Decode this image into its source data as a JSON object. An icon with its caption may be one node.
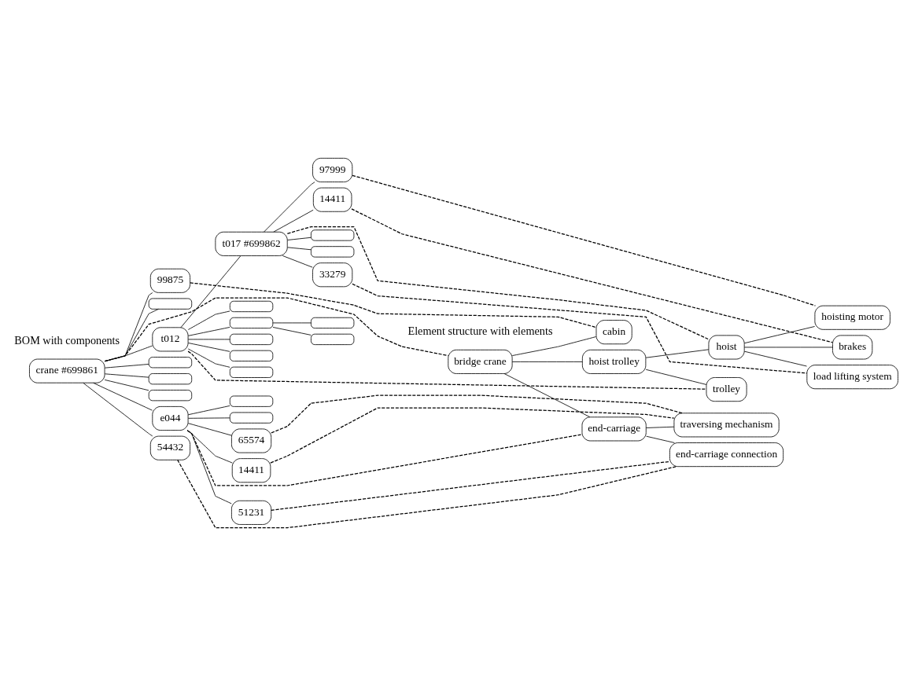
{
  "diagram": {
    "nodes": [
      {
        "text": [
          "crane #699861"
        ]
      },
      {
        "text": [
          "99875"
        ]
      },
      {
        "text": [],
        "shape": "box"
      },
      {
        "text": [
          "t012"
        ]
      },
      {
        "text": [
          "t017 #699862"
        ]
      },
      {
        "text": [],
        "shape": "box"
      },
      {
        "text": [],
        "shape": "box"
      },
      {
        "text": [],
        "shape": "box"
      },
      {
        "text": [],
        "shape": "box"
      },
      {
        "text": [],
        "shape": "box"
      },
      {
        "text": [],
        "shape": "box"
      },
      {
        "text": [],
        "shape": "box"
      },
      {
        "text": [
          "97999"
        ]
      },
      {
        "text": [
          "14411"
        ]
      },
      {
        "text": [
          "33279"
        ]
      },
      {
        "text": [],
        "shape": "box"
      },
      {
        "text": [],
        "shape": "box"
      },
      {
        "text": [
          "e044"
        ]
      },
      {
        "text": [
          "51231"
        ]
      },
      {
        "text": [
          "65574"
        ]
      },
      {
        "text": [
          "14411"
        ]
      },
      {
        "text": [],
        "shape": "box"
      },
      {
        "text": [],
        "shape": "box"
      },
      {
        "text": [],
        "shape": "box"
      },
      {
        "text": [
          "54432"
        ]
      },
      {
        "text": [],
        "shape": "box"
      },
      {
        "text": [],
        "shape": "box"
      },
      {
        "text": [
          "bridge crane"
        ]
      },
      {
        "text": [
          "cabin"
        ]
      },
      {
        "text": [
          "hoist trolley"
        ]
      },
      {
        "text": [
          "trolley"
        ]
      },
      {
        "text": [
          "hoist"
        ]
      },
      {
        "text": [
          "hoisting motor"
        ]
      },
      {
        "text": [
          "brakes"
        ]
      },
      {
        "text": [
          "load lifting system"
        ]
      },
      {
        "text": [
          "end-carriage"
        ]
      },
      {
        "text": [
          "end-carriage connection"
        ]
      },
      {
        "text": [
          "traversing mechanism"
        ]
      }
    ],
    "edges": [
      {
        "from": 0,
        "to": 1,
        "arrow": "none"
      },
      {
        "from": 0,
        "to": 2,
        "arrow": "none"
      },
      {
        "from": 0,
        "to": 3,
        "arrow": "none"
      },
      {
        "from": 3,
        "to": 4,
        "arrow": "none"
      },
      {
        "from": 3,
        "to": 5,
        "arrow": "none"
      },
      {
        "from": 5,
        "to": 6,
        "arrow": "none"
      },
      {
        "from": 5,
        "to": 7,
        "arrow": "none"
      },
      {
        "from": 3,
        "to": 8,
        "arrow": "none"
      },
      {
        "from": 3,
        "to": 9,
        "arrow": "none"
      },
      {
        "from": 3,
        "to": 10,
        "arrow": "none"
      },
      {
        "from": 3,
        "to": 11,
        "arrow": "none"
      },
      {
        "from": 4,
        "to": 12,
        "arrow": "none"
      },
      {
        "from": 4,
        "to": 13,
        "arrow": "none"
      },
      {
        "from": 4,
        "to": 14,
        "arrow": "none"
      },
      {
        "from": 4,
        "to": 15,
        "arrow": "none"
      },
      {
        "from": 4,
        "to": 16,
        "arrow": "none"
      },
      {
        "from": 0,
        "to": 17,
        "arrow": "none"
      },
      {
        "from": 17,
        "to": 18,
        "arrow": "none"
      },
      {
        "from": 17,
        "to": 19,
        "arrow": "none"
      },
      {
        "from": 17,
        "to": 20,
        "arrow": "none"
      },
      {
        "from": 17,
        "to": 25,
        "arrow": "none"
      },
      {
        "from": 17,
        "to": 26,
        "arrow": "none"
      },
      {
        "from": 0,
        "to": 21,
        "arrow": "none"
      },
      {
        "from": 0,
        "to": 22,
        "arrow": "none"
      },
      {
        "from": 0,
        "to": 23,
        "arrow": "none"
      },
      {
        "from": 0,
        "to": 24,
        "arrow": "none"
      },
      {
        "from": 27,
        "to": 28,
        "arrow": "none"
      },
      {
        "from": 27,
        "to": 29,
        "arrow": "none"
      },
      {
        "from": 29,
        "to": 30,
        "arrow": "none"
      },
      {
        "from": 29,
        "to": 31,
        "arrow": "none"
      },
      {
        "from": 31,
        "to": 32,
        "arrow": "none"
      },
      {
        "from": 31,
        "to": 33,
        "arrow": "none"
      },
      {
        "from": 31,
        "to": 34,
        "arrow": "none"
      },
      {
        "from": 27,
        "to": 35,
        "arrow": "none"
      },
      {
        "from": 35,
        "to": 36,
        "arrow": "none"
      },
      {
        "from": 35,
        "to": 37,
        "arrow": "none"
      },
      {
        "from": 0,
        "to": 27,
        "arrow": "none",
        "style": "dashed"
      },
      {
        "from": 1,
        "to": 28,
        "arrow": "none",
        "style": "dashed"
      },
      {
        "from": 3,
        "to": 30,
        "arrow": "none",
        "style": "dashed"
      },
      {
        "from": 4,
        "to": 31,
        "arrow": "none",
        "style": "dashed"
      },
      {
        "from": 12,
        "to": 32,
        "arrow": "none",
        "style": "dashed"
      },
      {
        "from": 13,
        "to": 33,
        "arrow": "none",
        "style": "dashed"
      },
      {
        "from": 14,
        "to": 34,
        "arrow": "none",
        "style": "dashed"
      },
      {
        "from": 17,
        "to": 35,
        "arrow": "none",
        "style": "dashed"
      },
      {
        "from": 18,
        "to": 36,
        "arrow": "none",
        "style": "dashed"
      },
      {
        "from": 19,
        "to": 37,
        "arrow": "none",
        "style": "dashed"
      },
      {
        "from": 20,
        "to": 37,
        "arrow": "none",
        "style": "dashed"
      },
      {
        "from": 24,
        "to": 36,
        "arrow": "none",
        "style": "dashed"
      }
    ],
    "labels": [
      "BOM with components",
      "Element structure with elements"
    ]
  }
}
